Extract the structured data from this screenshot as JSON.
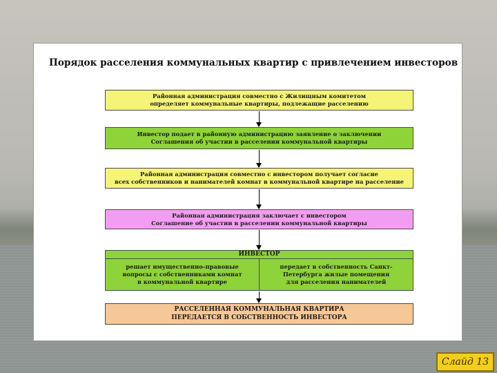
{
  "slide": {
    "title": "Порядок расселения коммунальных квартир с привлечением инвесторов",
    "label": "Слайд 13"
  },
  "steps": [
    {
      "text": "Районная администрация совместно с Жилищным комитетом\nопределяет коммунальные квартиры, подлежащие расселению",
      "color": "#f6f478"
    },
    {
      "text": "Инвестор подает в районную администрацию заявление о заключении\nСоглашения об участии в расселении коммунальной квартиры",
      "color": "#8fd33a"
    },
    {
      "text": "Районная администрация совместно с инвестором получает согласие\nвсех собственников и нанимателей комнат в коммунальной квартире на расселение",
      "color": "#f6f478"
    },
    {
      "text": "Районная администрация заключает с инвестором\nСоглашение об участии в расселении коммунальной квартиры",
      "color": "#f49cf2"
    }
  ],
  "investor": {
    "header": "ИНВЕСТОР",
    "left": "решает имущественно-правовые\nвопросы с собственниками комнат\nв коммунальной квартире",
    "right": "передает в собственность Санкт-\nПетербурга жилые помещения\nдля расселения нанимателей",
    "header_color": "#8fd33a",
    "body_color": "#8fd33a"
  },
  "final": {
    "text": "РАССЕЛЕННАЯ КОММУНАЛЬНАЯ КВАРТИРА\nПЕРЕДАЕТСЯ В СОБСТВЕННОСТЬ ИНВЕСТОРА",
    "color": "#f6c797"
  }
}
